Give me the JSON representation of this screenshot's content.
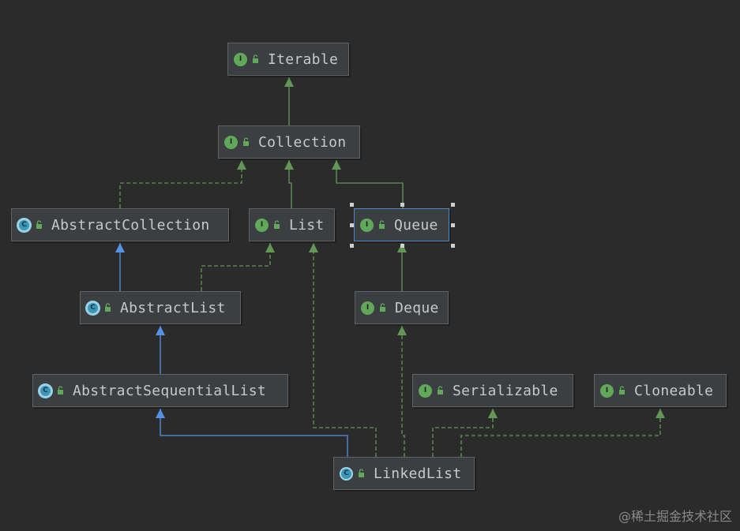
{
  "nodes": {
    "iterable": {
      "label": "Iterable",
      "kind": "I",
      "icon": "interface-icon"
    },
    "collection": {
      "label": "Collection",
      "kind": "I",
      "icon": "interface-icon"
    },
    "abstract_collection": {
      "label": "AbstractCollection",
      "kind": "C",
      "icon": "abstract-class-icon"
    },
    "list": {
      "label": "List",
      "kind": "I",
      "icon": "interface-icon"
    },
    "queue": {
      "label": "Queue",
      "kind": "I",
      "icon": "interface-icon",
      "selected": true
    },
    "abstract_list": {
      "label": "AbstractList",
      "kind": "C",
      "icon": "abstract-class-icon"
    },
    "deque": {
      "label": "Deque",
      "kind": "I",
      "icon": "interface-icon"
    },
    "abstract_sequential_list": {
      "label": "AbstractSequentialList",
      "kind": "C",
      "icon": "abstract-class-icon"
    },
    "serializable": {
      "label": "Serializable",
      "kind": "I",
      "icon": "interface-icon"
    },
    "cloneable": {
      "label": "Cloneable",
      "kind": "I",
      "icon": "interface-icon"
    },
    "linked_list": {
      "label": "LinkedList",
      "kind": "C",
      "icon": "class-icon"
    }
  },
  "edge_colors": {
    "extends_interface": "#629755",
    "extends_class": "#5592e6",
    "implements": "#629755"
  },
  "watermark": "@稀土掘金技术社区"
}
